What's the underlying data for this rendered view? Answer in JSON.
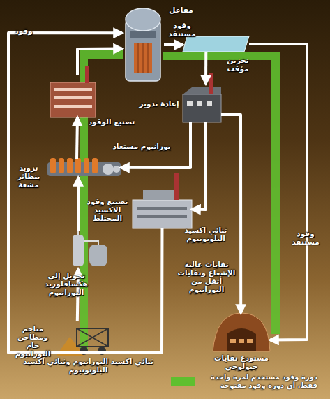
{
  "diagram": {
    "nodes": [
      {
        "text": [
          "مفاعل"
        ]
      },
      {
        "text": [
          "تخزين مؤقت"
        ]
      },
      {
        "text": [
          "إعادة تدوير"
        ]
      },
      {
        "text": [
          "تصنيع الوقود"
        ]
      },
      {
        "text": [
          "تزويد بنظائر مشعة"
        ]
      },
      {
        "text": [
          "تصنيع وقود الاكسيد المختلط"
        ]
      },
      {
        "text": [
          "تحويل إلى هكسافلوريد اليورانيوم"
        ]
      },
      {
        "text": [
          "مناجم ومطاحن خام اليورانيوم"
        ]
      },
      {
        "text": [
          "مستودع نفايات جيولوجي"
        ]
      }
    ],
    "edges": [
      {
        "from": 7,
        "to": 6,
        "arrow": "to"
      },
      {
        "from": 6,
        "to": 4,
        "arrow": "to"
      },
      {
        "from": 4,
        "to": 3,
        "arrow": "to"
      },
      {
        "from": 3,
        "to": 0,
        "arrow": "to"
      },
      {
        "from": 5,
        "to": 0,
        "label": "ثنائي اكسيد اليورانيوم وثنائي اكسيد البلوتونيوم",
        "arrow": "to"
      },
      {
        "from": 0,
        "to": 1,
        "label": "وقود مستنفد",
        "arrow": "to"
      },
      {
        "from": 1,
        "to": 2,
        "arrow": "to"
      },
      {
        "from": 1,
        "to": 8,
        "label": "وقود مستنفد",
        "arrow": "to"
      },
      {
        "from": 2,
        "to": 4,
        "label": "يورانيوم مستعاد",
        "arrow": "to"
      },
      {
        "from": 2,
        "to": 5,
        "label": "ثنائي اكسيد البلوتونيوم",
        "arrow": "to"
      },
      {
        "from": 2,
        "to": 8,
        "label": "نفايات عالية الإشعاع ونفايات أثقل من اليورانيوم",
        "arrow": "to"
      }
    ],
    "labels": [
      "وقود"
    ],
    "legend": [
      {
        "text": "دورة وقود مستخدم لمرة واحدة فقط، أي دورة وقود مفتوحة",
        "color": "#5fbf2f"
      }
    ]
  }
}
